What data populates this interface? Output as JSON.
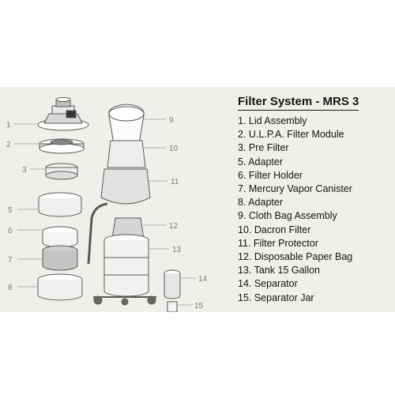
{
  "title": "Filter System - MRS 3",
  "parts": [
    "1. Lid Assembly",
    "2. U.L.P.A. Filter Module",
    "3. Pre Filter",
    "5. Adapter",
    "6. Filter Holder",
    "7. Mercury Vapor Canister",
    "8. Adapter",
    "9. Cloth Bag Assembly",
    "10. Dacron Filter",
    "11. Filter Protector",
    "12. Disposable Paper Bag",
    "13. Tank 15 Gallon",
    "14. Separator",
    "15. Separator Jar"
  ],
  "callouts": [
    "1",
    "2",
    "3",
    "5",
    "6",
    "7",
    "8",
    "9",
    "10",
    "11",
    "12",
    "13",
    "14",
    "15"
  ],
  "colors": {
    "background": "#ffffff",
    "panel": "#f1efe9",
    "text": "#141414",
    "callout": "#7b7b7b"
  }
}
